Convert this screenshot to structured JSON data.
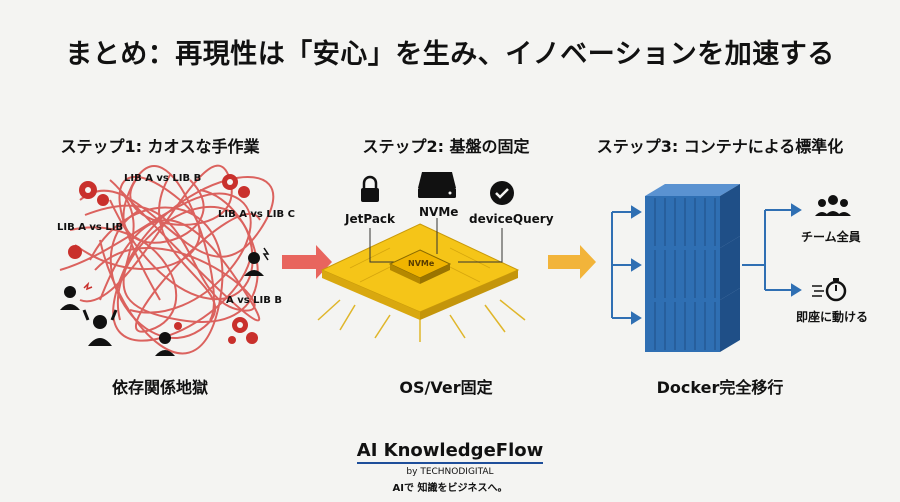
{
  "title": "まとめ：再現性は「安心」を生み、イノベーションを加速する",
  "steps": [
    {
      "title": "ステップ1: カオスな手作業",
      "caption": "依存関係地獄",
      "labels": [
        "LIB A vs LIB B",
        "LIB A vs LIB",
        "LIB A vs LIB C",
        "A vs LIB B"
      ]
    },
    {
      "title": "ステップ2: 基盤の固定",
      "caption": "OS/Ver固定",
      "icons": [
        "JetPack",
        "NVMe",
        "deviceQuery"
      ],
      "chip_label": "NVMe"
    },
    {
      "title": "ステップ3: コンテナによる標準化",
      "caption": "Docker完全移行",
      "outputs": [
        "チーム全員",
        "即座に動ける"
      ]
    }
  ],
  "brand": {
    "name": "AI KnowledgeFlow",
    "by": "by TECHNODIGITAL",
    "tagline": "AIで 知識をビジネスへ。"
  },
  "colors": {
    "tangle": "#d9534f",
    "gear": "#c9302c",
    "arrow1": "#e8655e",
    "arrow2": "#f2b43a",
    "platform": "#f5c518",
    "container": "#2f6fb3",
    "accent": "#1e4e9a"
  }
}
